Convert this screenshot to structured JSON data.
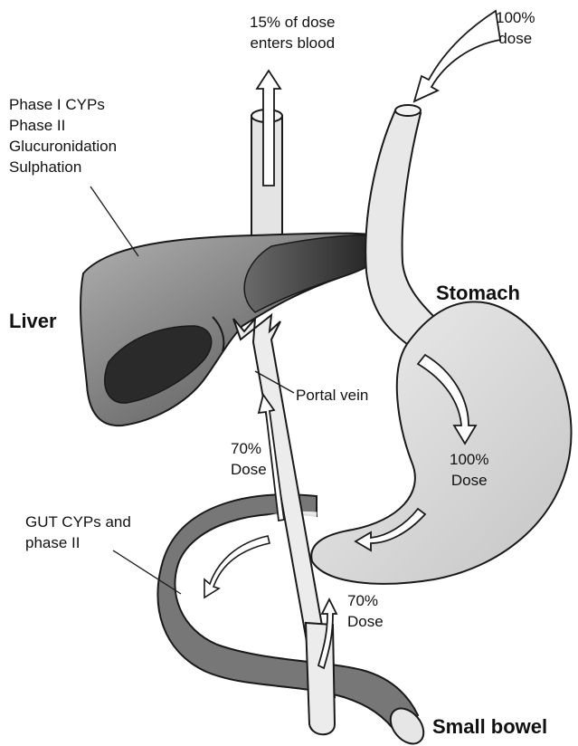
{
  "labels": {
    "dose_top_l1": "100%",
    "dose_top_l2": "dose",
    "blood_l1": "15% of dose",
    "blood_l2": "enters blood",
    "enzymes": [
      "Phase I CYPs",
      "Phase II",
      "Glucuronidation",
      "Sulphation"
    ],
    "liver": "Liver",
    "stomach": "Stomach",
    "portal_vein": "Portal vein",
    "dose70_upper_l1": "70%",
    "dose70_upper_l2": "Dose",
    "dose100_stomach_l1": "100%",
    "dose100_stomach_l2": "Dose",
    "gut_l1": "GUT CYPs and",
    "gut_l2": "phase II",
    "dose70_lower_l1": "70%",
    "dose70_lower_l2": "Dose",
    "small_bowel": "Small bowel"
  },
  "colors": {
    "liver_light": "#8a8a8a",
    "liver_dark": "#2a2a2a",
    "stomach": "#d8d8d8",
    "vessel": "#e6e6e6",
    "bowel": "#7a7a7a",
    "outline": "#1a1a1a"
  }
}
